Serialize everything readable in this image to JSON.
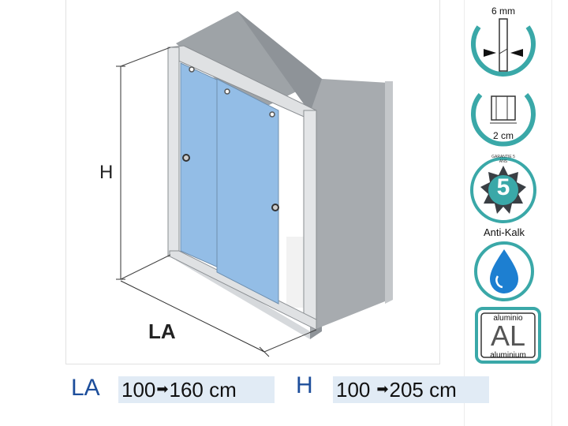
{
  "diagram": {
    "height_label": "H",
    "width_label": "LA"
  },
  "badges": {
    "thickness": "6 mm",
    "profile": "2 cm",
    "warranty_text": "GARANTIE 5 ANS",
    "warranty_years": "5",
    "anti_kalk": "Anti-Kalk",
    "material_top": "aluminio",
    "material_symbol": "AL",
    "material_bottom": "aluminium"
  },
  "specs": {
    "width_label": "LA",
    "width_min": "100",
    "width_max": "160 cm",
    "height_label": "H",
    "height_min": "100",
    "height_max": "205 cm"
  },
  "colors": {
    "glass": "#93bde6",
    "teal": "#3aa8a8",
    "spec_bg": "#e1ebf5",
    "spec_letter": "#1d4e9b"
  }
}
